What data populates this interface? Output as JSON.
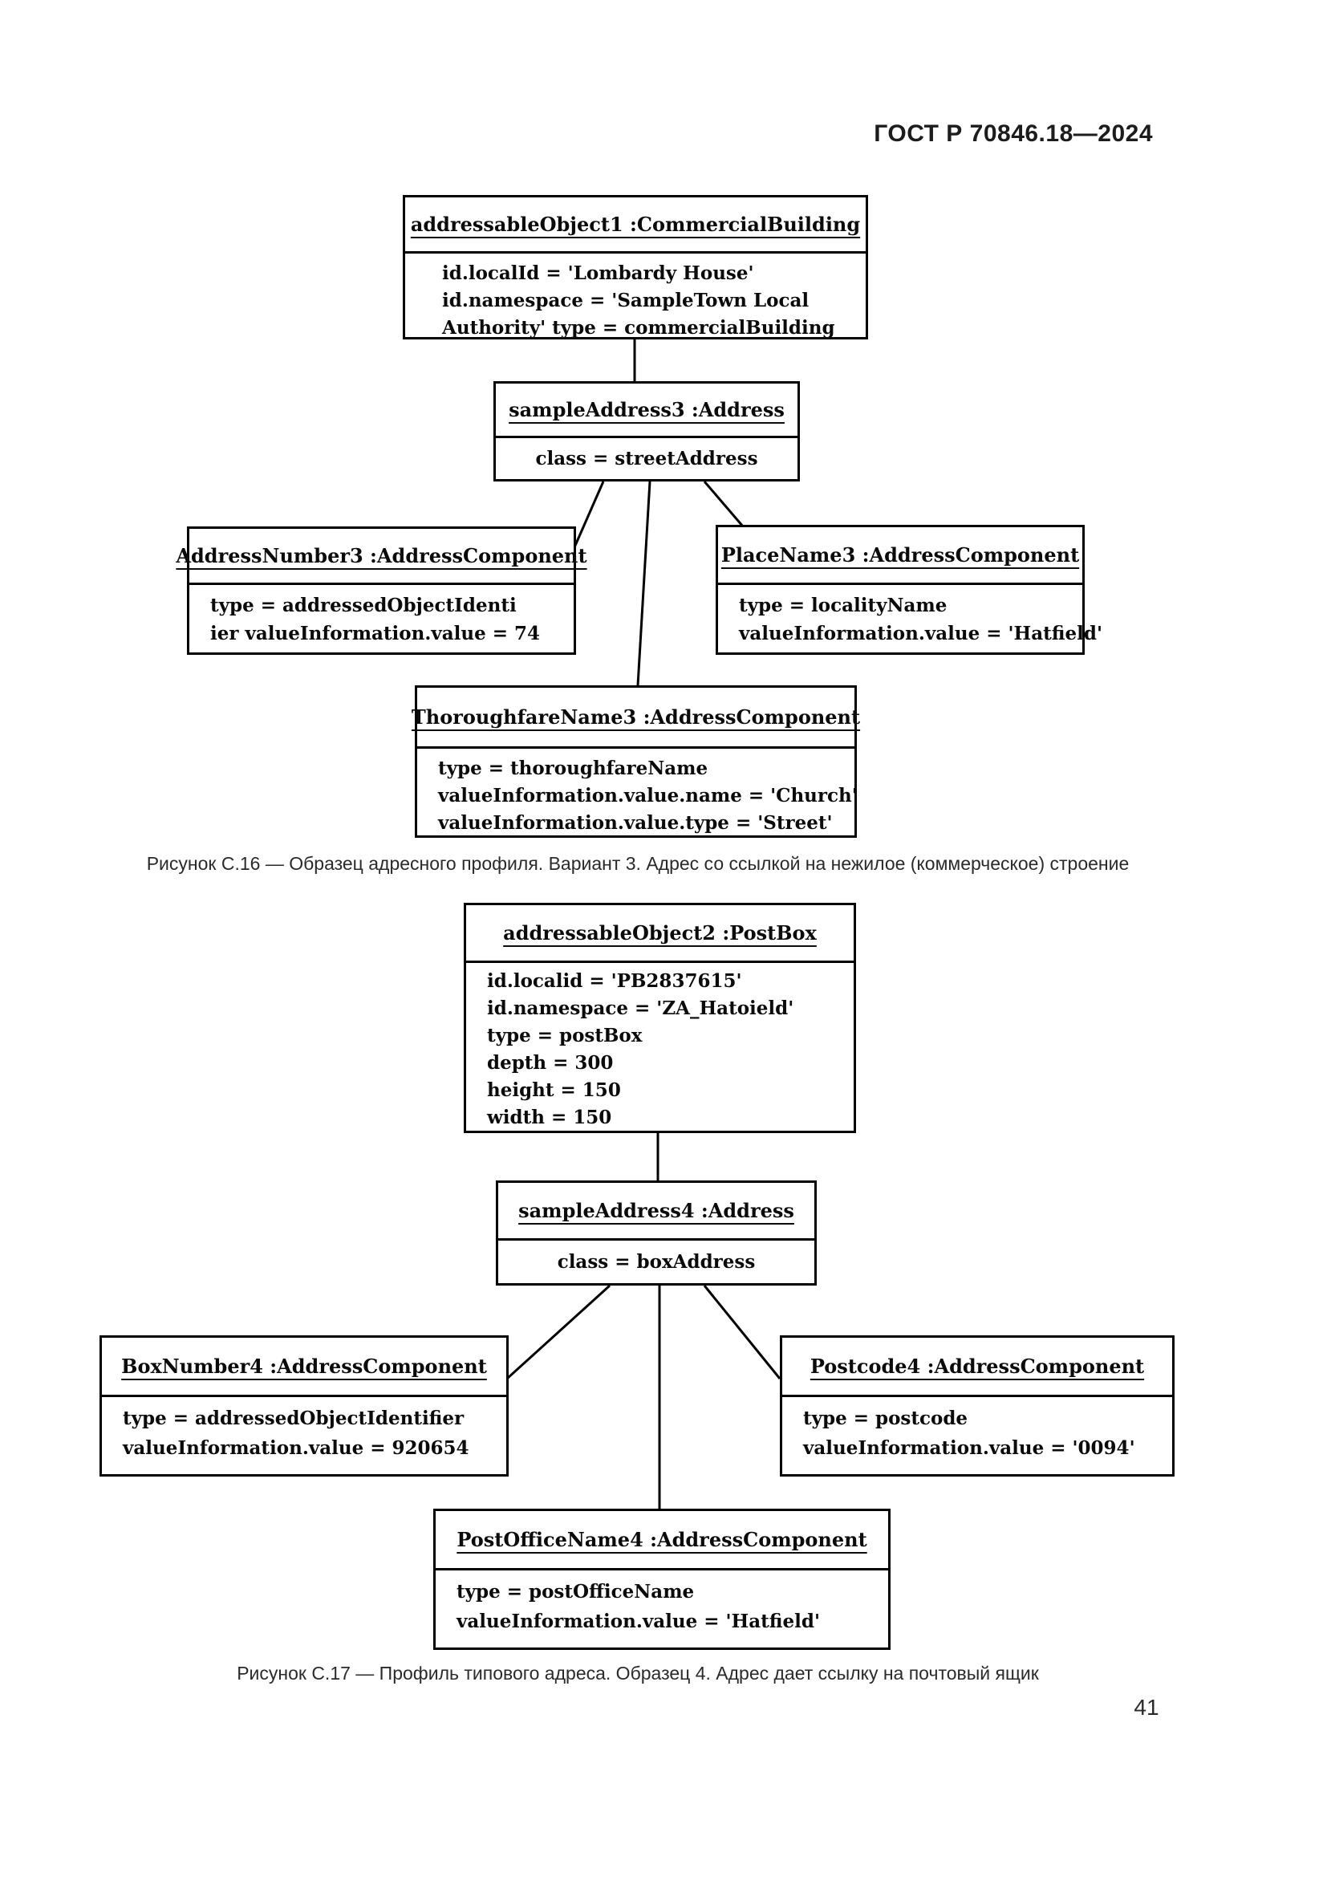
{
  "header": {
    "standard_ref": "ГОСТ Р 70846.18—2024"
  },
  "page_number": "41",
  "figure_c16": {
    "caption": "Рисунок С.16 — Образец адресного профиля. Вариант 3. Адрес со ссылкой на нежилое (коммерческое) строение",
    "objects": {
      "addressable_object1": {
        "title": "addressableObject1 :CommercialBuilding",
        "lines": [
          "id.localId = 'Lombardy House'",
          "id.namespace = 'SampleTown Local",
          "Authority' type = commercialBuilding"
        ]
      },
      "sample_address3": {
        "title": "sampleAddress3 :Address",
        "lines": [
          "class = streetAddress"
        ]
      },
      "address_number3": {
        "title": "AddressNumber3 :AddressComponent",
        "lines": [
          "type = addressedObjectIdenti",
          "ier valueInformation.value = 74"
        ]
      },
      "place_name3": {
        "title": "PlaceName3 :AddressComponent",
        "lines": [
          "type = localityName",
          "valueInformation.value = 'Hatfield'"
        ]
      },
      "thoroughfare_name3": {
        "title": "ThoroughfareName3 :AddressComponent",
        "lines": [
          "type = thoroughfareName",
          "valueInformation.value.name = 'Church'",
          "valueInformation.value.type = 'Street'"
        ]
      }
    }
  },
  "figure_c17": {
    "caption": "Рисунок С.17 — Профиль типового адреса. Образец 4. Адрес дает ссылку на почтовый ящик",
    "objects": {
      "addressable_object2": {
        "title": "addressableObject2 :PostBox",
        "lines": [
          "id.localid = 'PB2837615'",
          "id.namespace = 'ZA_Hatoield'",
          "type = postBox",
          "depth = 300",
          "height = 150",
          "width = 150"
        ]
      },
      "sample_address4": {
        "title": "sampleAddress4 :Address",
        "lines": [
          "class = boxAddress"
        ]
      },
      "box_number4": {
        "title": "BoxNumber4 :AddressComponent",
        "lines": [
          "type = addressedObjectIdentifier",
          "valueInformation.value = 920654"
        ]
      },
      "postcode4": {
        "title": "Postcode4 :AddressComponent",
        "lines": [
          "type = postcode",
          "valueInformation.value = '0094'"
        ]
      },
      "post_office_name4": {
        "title": "PostOfficeName4 :AddressComponent",
        "lines": [
          "type = postOfficeName",
          "valueInformation.value = 'Hatfield'"
        ]
      }
    }
  }
}
